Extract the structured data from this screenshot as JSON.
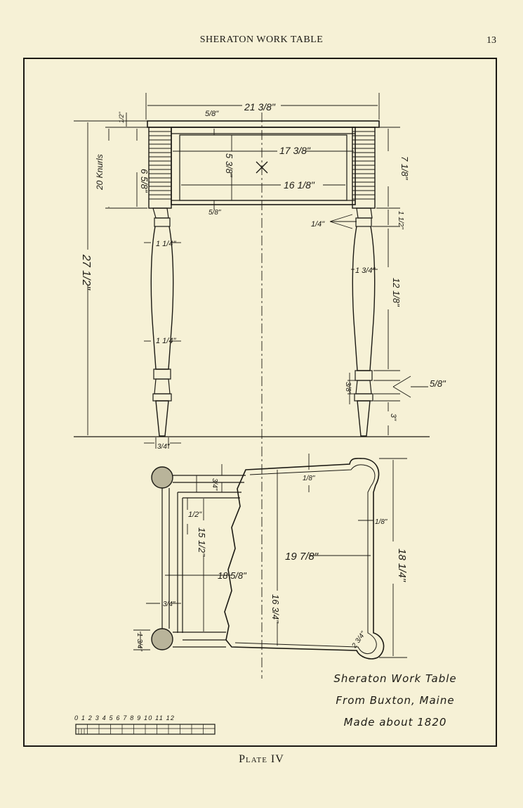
{
  "header": {
    "title": "SHERATON WORK TABLE",
    "page_number": "13"
  },
  "drawing": {
    "dimensions": {
      "overall_width": "21 3/8\"",
      "top_thickness": "1/2\"",
      "apron_board": "5/8\"",
      "apron_height": "6 5/8\"",
      "knurls": "20 Knurls",
      "inner_frame_height": "5 3/8\"",
      "drawer_front_width": "17 3/8\"",
      "drawer_inner_width": "16 1/8\"",
      "bottom_rail": "5/8\"",
      "leg_block": "7 1/8\"",
      "leg_ring_small": "1/4\"",
      "leg_dim_right_a": "1 1/2\"",
      "leg_dim_right_b": "1 3/4\"",
      "leg_taper": "12 1/8\"",
      "ring_spacing": "5/8\"",
      "foot_collar": "3/8\"",
      "foot_length": "3\"",
      "overall_height": "27 1/2\"",
      "upper_leg_dia": "1 1/4\"",
      "mid_leg_dia": "1 1/4\"",
      "foot_dia": "3/4\"",
      "plan_rail": "3/4\"",
      "plan_edge": "1/8\"",
      "plan_inset": "1/2\"",
      "plan_inner_depth": "15 1/2\"",
      "plan_frame_depth": "18 5/8\"",
      "plan_depth_center": "16 3/4\"",
      "plan_width": "19 7/8\"",
      "plan_side_edge": "1/8\"",
      "plan_overall_depth": "18 1/4\"",
      "plan_leg_offset": "3/4\"",
      "plan_leg_dia": "1 3/4\"",
      "plan_corner_radius": "2 3/4\""
    },
    "scale_numbers": "0 1 2 3 4 5 6 7 8 9 10 11 12",
    "title_lines": [
      "Sheraton Work Table",
      "From Buxton, Maine",
      "Made about 1820"
    ]
  },
  "footer": {
    "plate_caption": "Plate IV"
  }
}
